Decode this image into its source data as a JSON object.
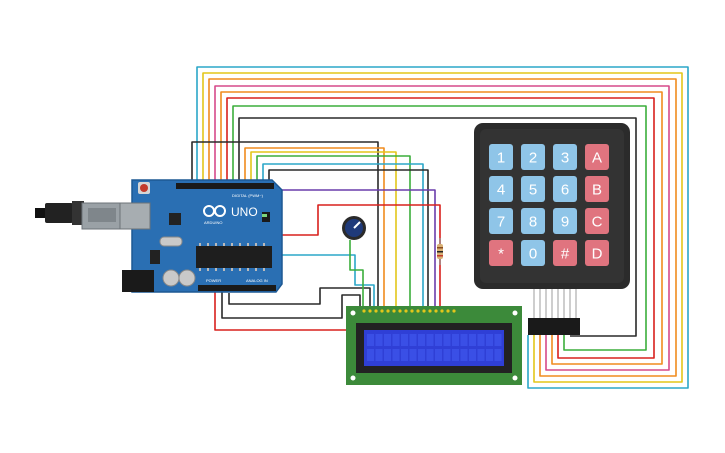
{
  "arduino": {
    "model_label": "UNO",
    "brand_label": "ARDUINO",
    "digital_header_label": "DIGITAL (PWM~)",
    "power_header_label": "POWER",
    "analog_header_label": "ANALOG IN"
  },
  "keypad": {
    "rows": [
      [
        {
          "label": "1",
          "type": "num"
        },
        {
          "label": "2",
          "type": "num"
        },
        {
          "label": "3",
          "type": "num"
        },
        {
          "label": "A",
          "type": "letter"
        }
      ],
      [
        {
          "label": "4",
          "type": "num"
        },
        {
          "label": "5",
          "type": "num"
        },
        {
          "label": "6",
          "type": "num"
        },
        {
          "label": "B",
          "type": "letter"
        }
      ],
      [
        {
          "label": "7",
          "type": "num"
        },
        {
          "label": "8",
          "type": "num"
        },
        {
          "label": "9",
          "type": "num"
        },
        {
          "label": "C",
          "type": "letter"
        }
      ],
      [
        {
          "label": "*",
          "type": "letter"
        },
        {
          "label": "0",
          "type": "num"
        },
        {
          "label": "#",
          "type": "letter"
        },
        {
          "label": "D",
          "type": "letter"
        }
      ]
    ]
  },
  "colors": {
    "board": "#2a6fb3",
    "board_dark": "#1d5893",
    "key_num": "#8fc5e8",
    "key_letter": "#e0747f",
    "keypad_body": "#2b2b2b",
    "lcd_pcb": "#3c8a3a",
    "lcd_screen": "#2f3fd6",
    "wire_red": "#d9211d",
    "wire_orange": "#f08c1e",
    "wire_yellow": "#e3c61a",
    "wire_green": "#3bae3b",
    "wire_cyan": "#2ba7c8",
    "wire_purple": "#6a3dab",
    "wire_black": "#2a2a2a",
    "wire_pink": "#d64a8a"
  },
  "icons": {
    "usb": "usb-plug-icon",
    "pot": "potentiometer-icon",
    "resistor": "resistor-icon"
  }
}
